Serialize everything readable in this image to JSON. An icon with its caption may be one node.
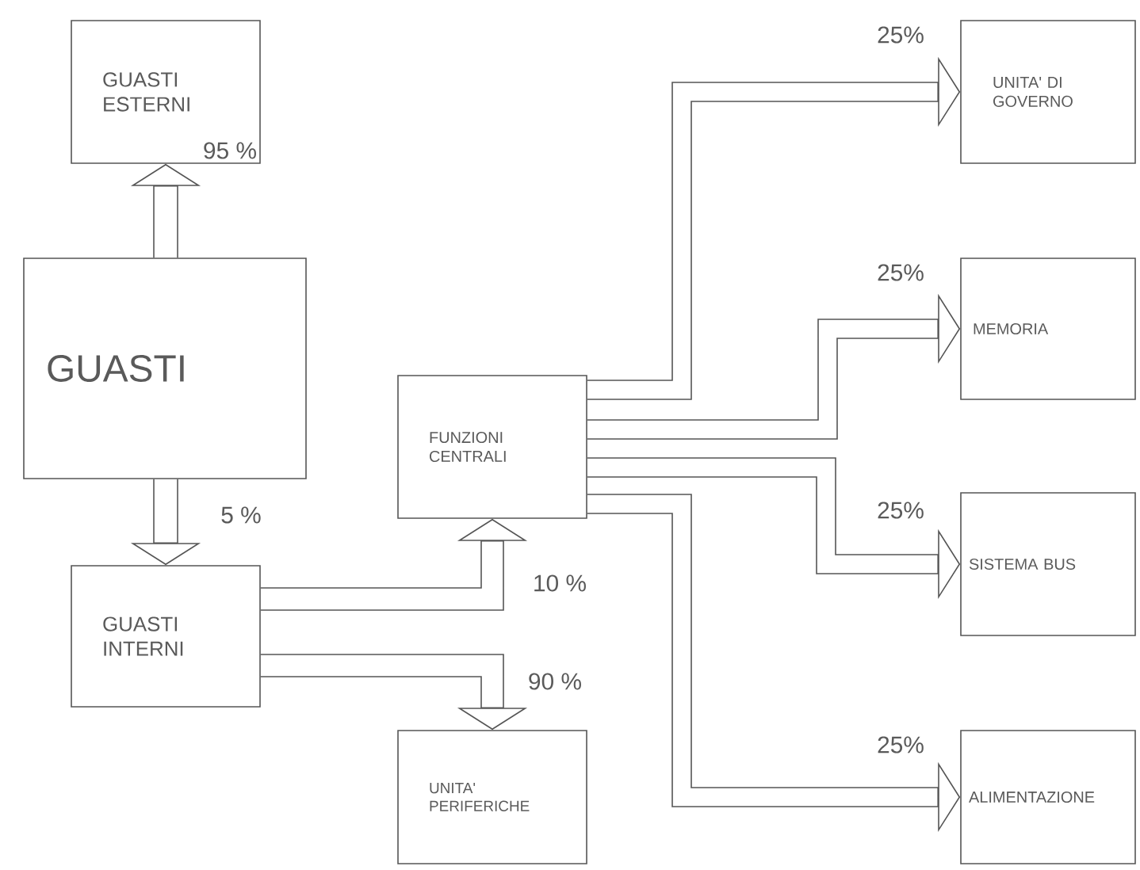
{
  "diagram": {
    "nodes": [
      {
        "text": [
          "GUASTI ESTERNI"
        ]
      },
      {
        "text": [
          "GUASTI"
        ]
      },
      {
        "text": [
          "GUASTI INTERNI"
        ]
      },
      {
        "text": [
          "FUNZIONI CENTRALI"
        ]
      },
      {
        "text": [
          "UNITA' PERIFERICHE"
        ]
      },
      {
        "text": [
          "UNITA' DI GOVERNO"
        ]
      },
      {
        "text": [
          "MEMORIA"
        ]
      },
      {
        "text": [
          "SISTEMA BUS"
        ]
      },
      {
        "text": [
          "ALIMENTAZIONE"
        ]
      }
    ],
    "edges": [
      {
        "from": 1,
        "to": 0,
        "arrow": "to",
        "label": "95 %"
      },
      {
        "from": 1,
        "to": 2,
        "arrow": "to",
        "label": "5 %"
      },
      {
        "from": 2,
        "to": 3,
        "arrow": "to",
        "label": "10 %"
      },
      {
        "from": 2,
        "to": 4,
        "arrow": "to",
        "label": "90 %"
      },
      {
        "from": 3,
        "to": 5,
        "arrow": "to",
        "label": "25%"
      },
      {
        "from": 3,
        "to": 6,
        "arrow": "to",
        "label": "25%"
      },
      {
        "from": 3,
        "to": 7,
        "arrow": "to",
        "label": "25%"
      },
      {
        "from": 3,
        "to": 8,
        "arrow": "to",
        "label": "25%"
      }
    ]
  }
}
